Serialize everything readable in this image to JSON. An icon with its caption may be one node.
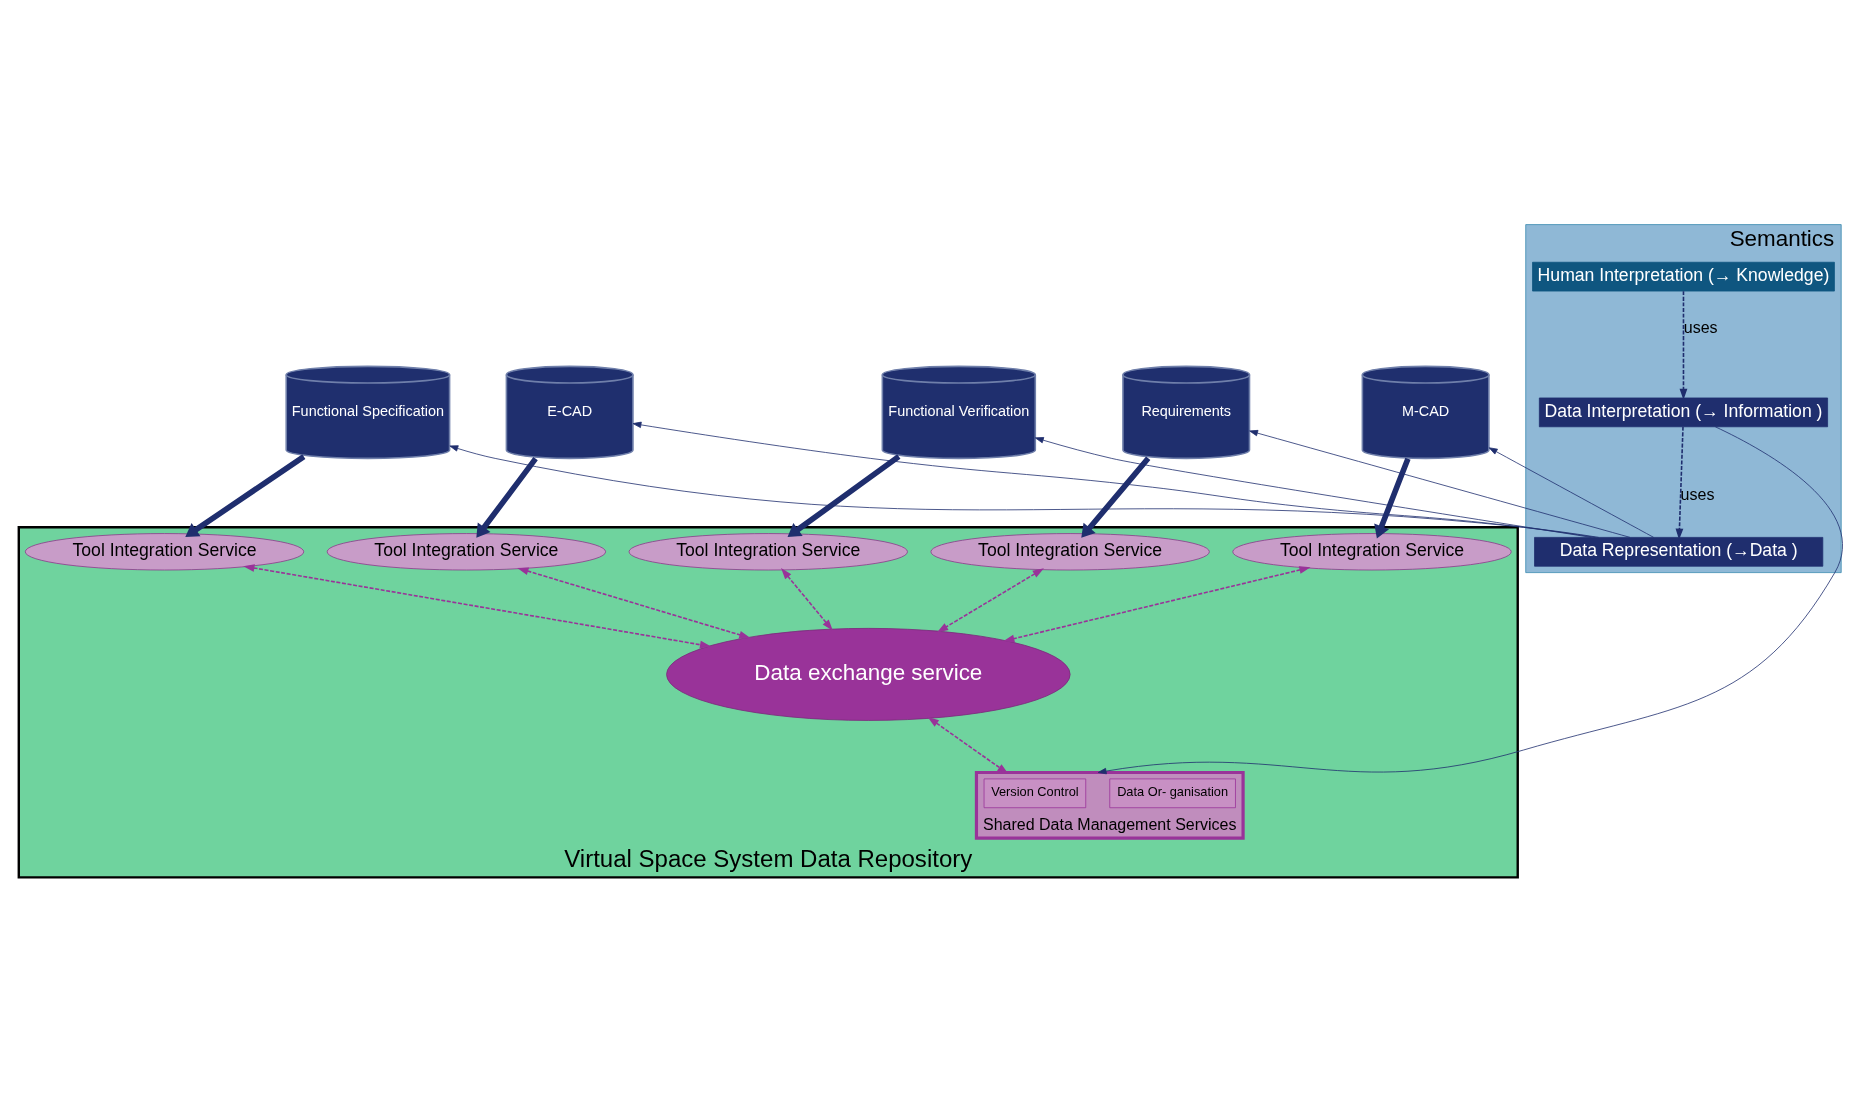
{
  "diagram": {
    "nodes": [
      {
        "text": [
          "Requirements"
        ]
      },
      {
        "text": [
          "Functional Specification"
        ]
      },
      {
        "text": [
          "M-CAD"
        ]
      },
      {
        "text": [
          "E-CAD"
        ]
      },
      {
        "text": [
          "Functional Verification"
        ]
      },
      {
        "text": [
          "Virtual Space System Data Repository"
        ]
      },
      {
        "text": [
          "Tool Integration Service"
        ],
        "in": 5
      },
      {
        "text": [
          "Tool Integration Service"
        ],
        "in": 5
      },
      {
        "text": [
          "Tool Integration Service"
        ],
        "in": 5
      },
      {
        "text": [
          "Tool Integration Service"
        ],
        "in": 5
      },
      {
        "text": [
          "Tool Integration Service"
        ],
        "in": 5
      },
      {
        "text": [
          "Data exchange service"
        ],
        "in": 5
      },
      {
        "text": [
          "Shared Data Management Services"
        ],
        "in": 5
      },
      {
        "text": [
          "Data Or- ganisation"
        ],
        "in": 12
      },
      {
        "text": [
          "Version Control"
        ],
        "in": 12
      },
      {
        "text": [
          "Semantics"
        ]
      },
      {
        "text": [
          "Human Interpretation (→ Knowledge)"
        ],
        "in": 15
      },
      {
        "text": [
          "Data Interpretation (→ Information )"
        ],
        "in": 15
      },
      {
        "text": [
          "Data Representation (→Data )"
        ],
        "in": 15
      }
    ],
    "edges": [
      {
        "from": 0,
        "to": 6,
        "arrow": "to",
        "style": "thick"
      },
      {
        "from": 1,
        "to": 7,
        "arrow": "to",
        "style": "thick"
      },
      {
        "from": 2,
        "to": 8,
        "arrow": "to",
        "style": "thick"
      },
      {
        "from": 3,
        "to": 9,
        "arrow": "to",
        "style": "thick"
      },
      {
        "from": 4,
        "to": 10,
        "arrow": "to",
        "style": "thick"
      },
      {
        "from": 6,
        "to": 11,
        "arrow": "both",
        "style": "dashed",
        "color": "#993399"
      },
      {
        "from": 7,
        "to": 11,
        "arrow": "both",
        "style": "dashed",
        "color": "#993399"
      },
      {
        "from": 8,
        "to": 11,
        "arrow": "both",
        "style": "dashed",
        "color": "#993399"
      },
      {
        "from": 9,
        "to": 11,
        "arrow": "both",
        "style": "dashed",
        "color": "#993399"
      },
      {
        "from": 10,
        "to": 11,
        "arrow": "both",
        "style": "dashed",
        "color": "#993399"
      },
      {
        "from": 11,
        "to": 12,
        "arrow": "both",
        "style": "dashed",
        "color": "#993399"
      },
      {
        "from": 18,
        "to": 0,
        "arrow": "to"
      },
      {
        "from": 18,
        "to": 1,
        "arrow": "to"
      },
      {
        "from": 18,
        "to": 2,
        "arrow": "to"
      },
      {
        "from": 18,
        "to": 3,
        "arrow": "to"
      },
      {
        "from": 18,
        "to": 4,
        "arrow": "to"
      },
      {
        "from": 17,
        "to": 12,
        "arrow": "to"
      },
      {
        "from": 16,
        "to": 17,
        "arrow": "to",
        "style": "dashed",
        "label": "uses"
      },
      {
        "from": 17,
        "to": 18,
        "arrow": "to",
        "style": "dashed",
        "label": "uses"
      }
    ]
  }
}
